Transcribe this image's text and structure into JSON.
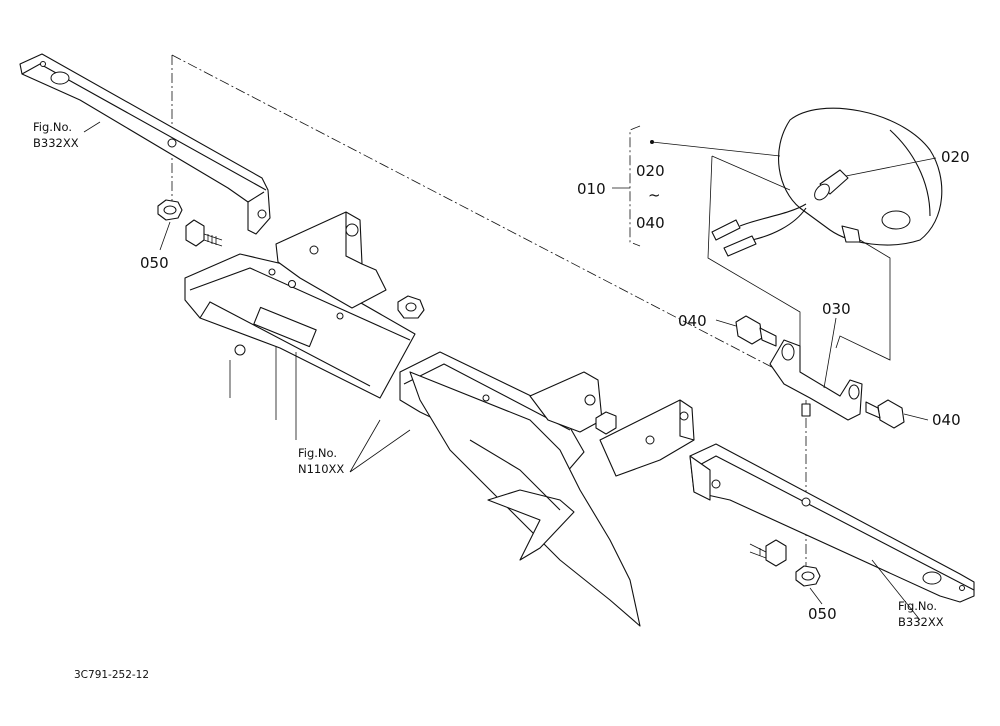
{
  "diagram": {
    "callouts": [
      {
        "id": "c010",
        "text": "010"
      },
      {
        "id": "c020a",
        "text": "020"
      },
      {
        "id": "c020b",
        "text": "020"
      },
      {
        "id": "tilde",
        "text": "~"
      },
      {
        "id": "c040a",
        "text": "040"
      },
      {
        "id": "c040b",
        "text": "040"
      },
      {
        "id": "c040c",
        "text": "040"
      },
      {
        "id": "c030",
        "text": "030"
      },
      {
        "id": "c050a",
        "text": "050"
      },
      {
        "id": "c050b",
        "text": "050"
      }
    ],
    "fig_refs": [
      {
        "id": "fig1",
        "line1": "Fig.No.",
        "line2": "B332XX"
      },
      {
        "id": "fig2",
        "line1": "Fig.No.",
        "line2": "N110XX"
      },
      {
        "id": "fig3",
        "line1": "Fig.No.",
        "line2": "B332XX"
      }
    ],
    "drawing_code": "3C791-252-12"
  }
}
